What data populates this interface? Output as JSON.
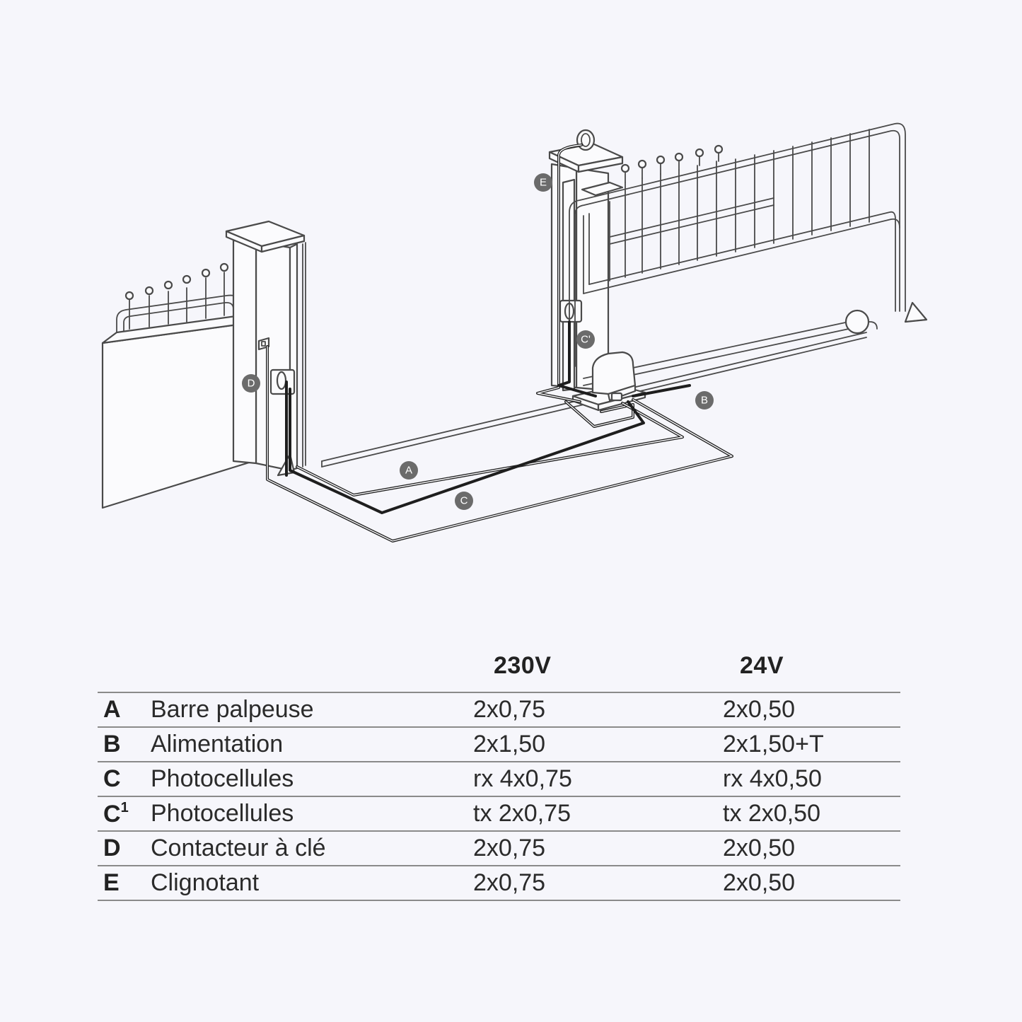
{
  "diagram": {
    "markers": {
      "A": "A",
      "B": "B",
      "C": "C",
      "C1": "C'",
      "D": "D",
      "E": "E"
    }
  },
  "table": {
    "headers": {
      "v230": "230V",
      "v24": "24V"
    },
    "rows": [
      {
        "letter": "A",
        "sup": "",
        "label": "Barre palpeuse",
        "v230": "2x0,75",
        "v24": "2x0,50"
      },
      {
        "letter": "B",
        "sup": "",
        "label": "Alimentation",
        "v230": "2x1,50",
        "v24": "2x1,50+T"
      },
      {
        "letter": "C",
        "sup": "",
        "label": "Photocellules",
        "v230": "rx 4x0,75",
        "v24": "rx 4x0,50"
      },
      {
        "letter": "C",
        "sup": "1",
        "label": "Photocellules",
        "v230": "tx 2x0,75",
        "v24": "tx 2x0,50"
      },
      {
        "letter": "D",
        "sup": "",
        "label": "Contacteur à clé",
        "v230": "2x0,75",
        "v24": "2x0,50"
      },
      {
        "letter": "E",
        "sup": "",
        "label": "Clignotant",
        "v230": "2x0,75",
        "v24": "2x0,50"
      }
    ]
  }
}
